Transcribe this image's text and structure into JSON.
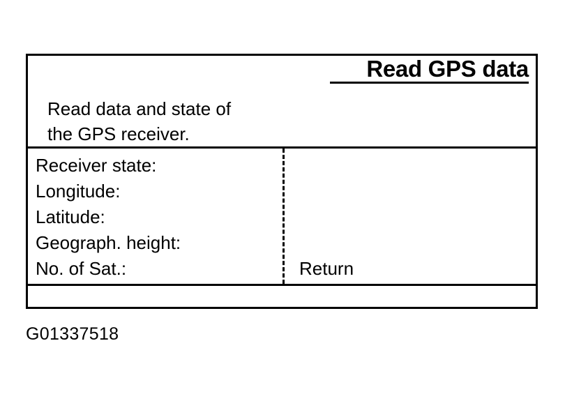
{
  "page": {
    "background_color": "#ffffff",
    "ink_color": "#000000"
  },
  "screen": {
    "title": "Read GPS data",
    "description": "Read data and state of\nthe GPS receiver.",
    "fields": [
      {
        "label": "Receiver state:",
        "value": ""
      },
      {
        "label": "Longitude:",
        "value": ""
      },
      {
        "label": "Latitude:",
        "value": ""
      },
      {
        "label": "Geograph. height:",
        "value": ""
      },
      {
        "label": "No. of Sat.:",
        "value": ""
      }
    ],
    "actions": {
      "return_label": "Return"
    }
  },
  "figure": {
    "caption": "G01337518"
  }
}
